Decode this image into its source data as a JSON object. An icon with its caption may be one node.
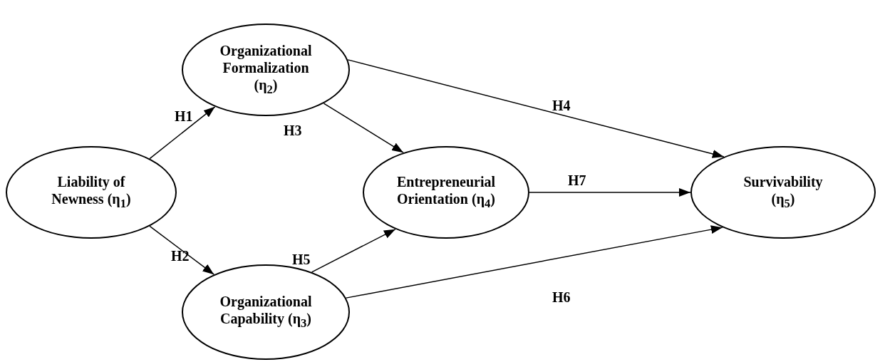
{
  "diagram": {
    "nodes": [
      {
        "text": [
          "Liability of Newness (η$_{1}$)"
        ]
      },
      {
        "text": [
          "Organizational Formalization (η$_{2}$)"
        ]
      },
      {
        "text": [
          "Organizational Capability (η$_{3}$)"
        ]
      },
      {
        "text": [
          "Entrepreneurial Orientation (η$_{4}$)"
        ]
      },
      {
        "text": [
          "Survivability (η$_{5}$)"
        ]
      }
    ],
    "edges": [
      {
        "from": 0,
        "to": 1,
        "arrow": "to",
        "label": "H1"
      },
      {
        "from": 0,
        "to": 2,
        "arrow": "to",
        "label": "H2"
      },
      {
        "from": 1,
        "to": 3,
        "arrow": "to",
        "label": "H3"
      },
      {
        "from": 1,
        "to": 4,
        "arrow": "to",
        "label": "H4"
      },
      {
        "from": 2,
        "to": 3,
        "arrow": "to",
        "label": "H5"
      },
      {
        "from": 2,
        "to": 4,
        "arrow": "to",
        "label": "H6"
      },
      {
        "from": 3,
        "to": 4,
        "arrow": "to",
        "label": "H7"
      }
    ]
  }
}
